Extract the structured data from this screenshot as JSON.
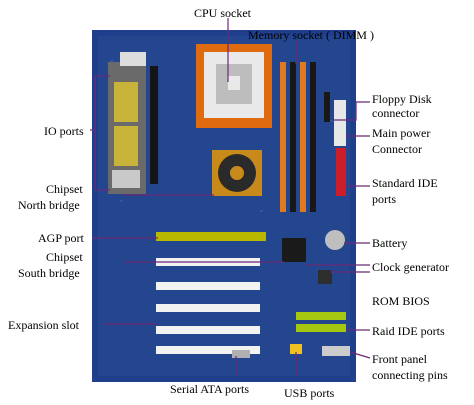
{
  "labels": {
    "cpu_socket": "CPU socket",
    "memory_socket": "Memory socket ( DIMM )",
    "floppy_1": "Floppy Disk",
    "floppy_2": "connector",
    "main_power_1": "Main power",
    "main_power_2": "Connector",
    "io_ports": "IO ports",
    "chipset_nb_1": "Chipset",
    "chipset_nb_2": "North bridge",
    "standard_ide_1": "Standard IDE",
    "standard_ide_2": "ports",
    "agp_port": "AGP port",
    "battery": "Battery",
    "chipset_sb_1": "Chipset",
    "chipset_sb_2": "South bridge",
    "clock_generator": "Clock generator",
    "expansion_slot": "Expansion slot",
    "rom_bios": "ROM  BIOS",
    "raid_ide": "Raid IDE ports",
    "front_panel_1": "Front panel",
    "front_panel_2": "connecting pins",
    "serial_ata": "Serial ATA ports",
    "usb_ports": "USB ports"
  },
  "colors": {
    "board": "#1f3f8c",
    "pointer": "#6a2a78",
    "slot_pci": "#f2f2f2",
    "slot_agp": "#b8b800",
    "dimm": "#e07a20",
    "cpu_socket": "#e06a10"
  }
}
